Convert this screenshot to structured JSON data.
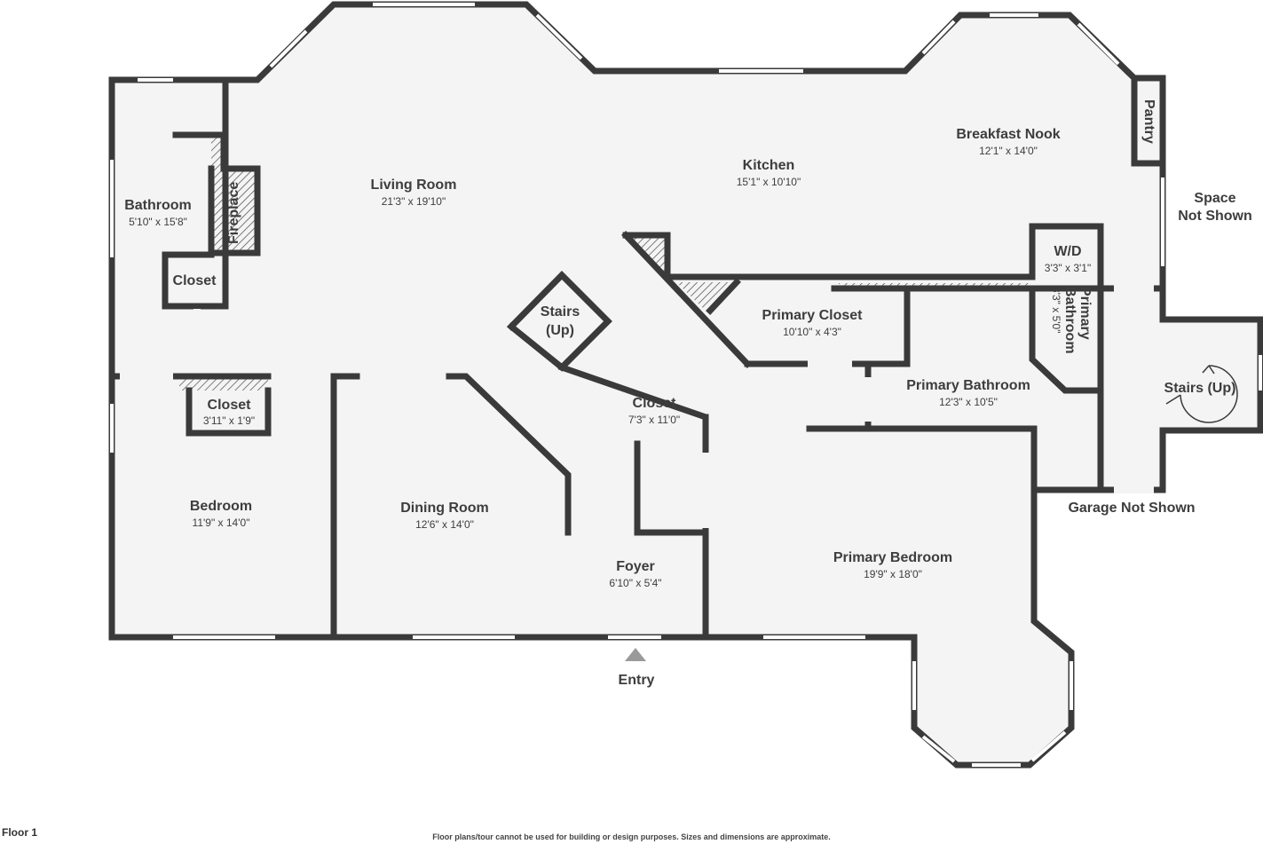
{
  "floor_label": "Floor 1",
  "disclaimer": "Floor plans/tour cannot be used for building or design purposes. Sizes and dimensions are approximate.",
  "rooms": {
    "living_room": {
      "name": "Living Room",
      "dims": "21'3\" x 19'10\""
    },
    "kitchen": {
      "name": "Kitchen",
      "dims": "15'1\" x 10'10\""
    },
    "breakfast_nook": {
      "name": "Breakfast Nook",
      "dims": "12'1\" x 14'0\""
    },
    "bathroom": {
      "name": "Bathroom",
      "dims": "5'10\" x 15'8\""
    },
    "closet_hall": {
      "name": "Closet"
    },
    "bedroom_closet": {
      "name": "Closet",
      "dims": "3'11\" x 1'9\""
    },
    "bedroom": {
      "name": "Bedroom",
      "dims": "11'9\" x 14'0\""
    },
    "dining_room": {
      "name": "Dining Room",
      "dims": "12'6\" x 14'0\""
    },
    "stairs_closet": {
      "name": "Closet",
      "dims": "7'3\" x 11'0\""
    },
    "foyer": {
      "name": "Foyer",
      "dims": "6'10\" x 5'4\""
    },
    "primary_closet": {
      "name": "Primary Closet",
      "dims": "10'10\" x 4'3\""
    },
    "primary_bathroom": {
      "name": "Primary Bathroom",
      "dims": "12'3\" x 10'5\""
    },
    "primary_bathroom_small_1": {
      "name": "Primary"
    },
    "primary_bathroom_small_2": {
      "name": "Bathroom"
    },
    "primary_bathroom_small_dims": {
      "dims": "3'3\" x 5'0\""
    },
    "wd": {
      "name": "W/D",
      "dims": "3'3\" x 3'1\""
    },
    "primary_bedroom": {
      "name": "Primary Bedroom",
      "dims": "19'9\" x 18'0\""
    },
    "pantry": {
      "name": "Pantry"
    }
  },
  "labels": {
    "fireplace": "Fireplace",
    "stairs_up_1": "Stairs",
    "stairs_up_2": "(Up)",
    "stairs_up_right": "Stairs (Up)",
    "space_not_shown_1": "Space",
    "space_not_shown_2": "Not Shown",
    "garage_not_shown": "Garage Not Shown",
    "entry": "Entry"
  },
  "colors": {
    "wall": "#3a3a3a",
    "floor": "#f4f4f4",
    "window": "#ffffff",
    "hatch": "#555555"
  }
}
